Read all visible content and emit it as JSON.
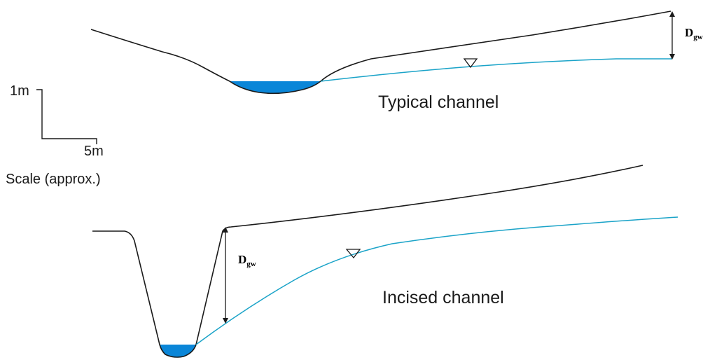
{
  "scale": {
    "vertical_label": "1m",
    "horizontal_label": "5m",
    "caption": "Scale (approx.)"
  },
  "typical": {
    "label": "Typical channel",
    "depth_label_main": "D",
    "depth_label_sub": "gw"
  },
  "incised": {
    "label": "Incised channel",
    "depth_label_main": "D",
    "depth_label_sub": "gw"
  },
  "colors": {
    "ground_line": "#1a1a1a",
    "water_table": "#1aa3c8",
    "water_fill": "#0a86d8"
  }
}
